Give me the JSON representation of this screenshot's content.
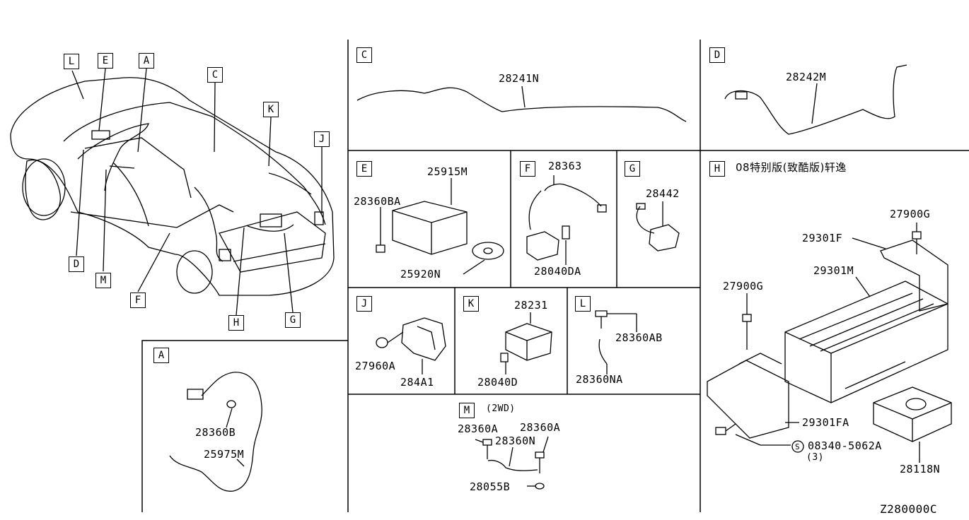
{
  "code": "Z280000C",
  "overview": {
    "callouts": [
      "L",
      "E",
      "A",
      "C",
      "K",
      "J",
      "D",
      "M",
      "F",
      "H",
      "G"
    ]
  },
  "panels": {
    "A": {
      "letter": "A",
      "parts": [
        "28360B",
        "25975M"
      ]
    },
    "C": {
      "letter": "C",
      "parts": [
        "28241N"
      ]
    },
    "D": {
      "letter": "D",
      "parts": [
        "28242M"
      ]
    },
    "E": {
      "letter": "E",
      "parts": [
        "25915M",
        "28360BA",
        "25920N"
      ]
    },
    "F": {
      "letter": "F",
      "parts": [
        "28363",
        "28040DA"
      ]
    },
    "G": {
      "letter": "G",
      "parts": [
        "28442"
      ]
    },
    "H": {
      "letter": "H",
      "title": "08特别版(致酷版)轩逸",
      "parts": [
        "27900G",
        "29301F",
        "29301M",
        "27900G",
        "29301FA",
        "08340-5062A",
        "(3)",
        "28118N"
      ],
      "s_mark": "S"
    },
    "J": {
      "letter": "J",
      "parts": [
        "27960A",
        "284A1"
      ]
    },
    "K": {
      "letter": "K",
      "parts": [
        "28231",
        "28040D"
      ]
    },
    "L": {
      "letter": "L",
      "parts": [
        "28360AB",
        "28360NA"
      ]
    },
    "M": {
      "letter": "M",
      "note": "(2WD)",
      "parts": [
        "28360A",
        "28360A",
        "28360N",
        "28055B"
      ]
    }
  }
}
